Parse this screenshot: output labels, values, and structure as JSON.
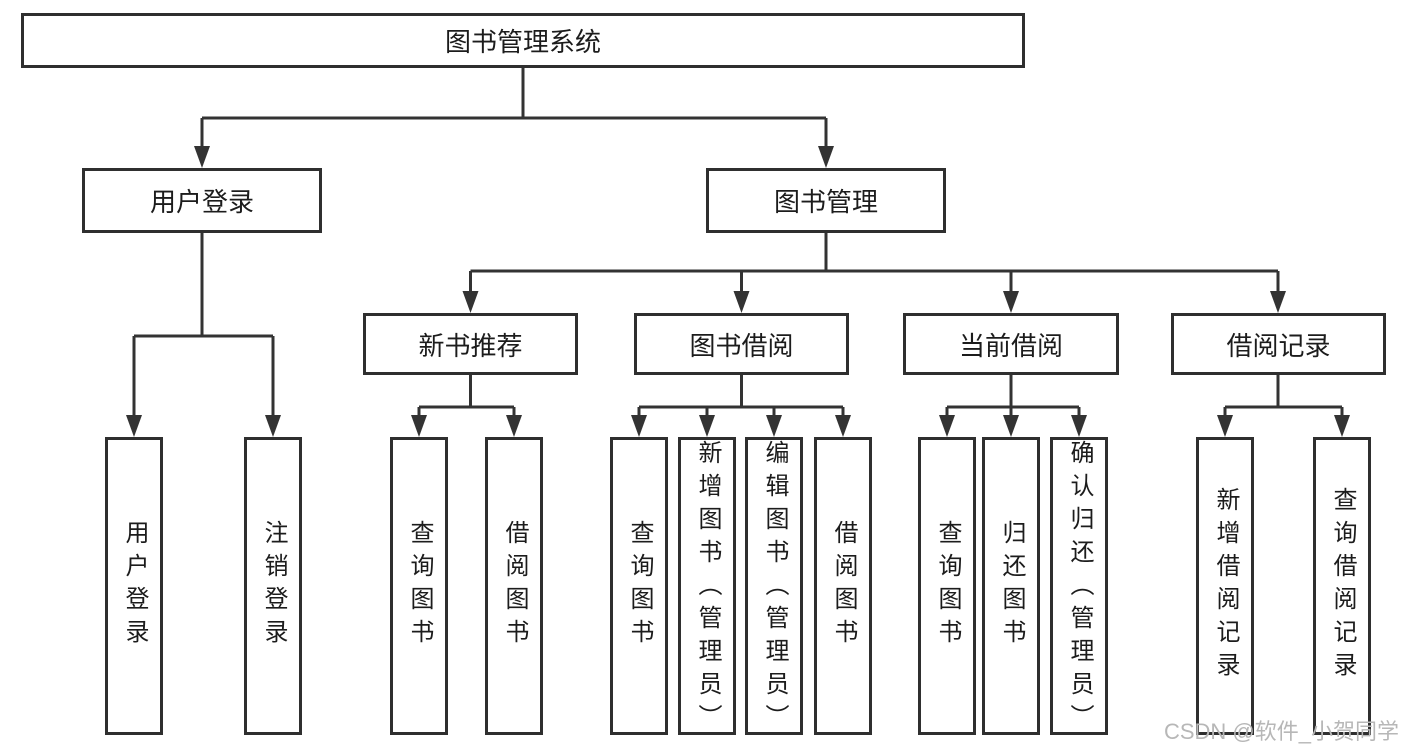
{
  "diagram": {
    "nodes": {
      "root": {
        "label": "图书管理系统"
      },
      "user_login": {
        "label": "用户登录"
      },
      "book_mgmt": {
        "label": "图书管理"
      },
      "new_books": {
        "label": "新书推荐"
      },
      "book_borrow": {
        "label": "图书借阅"
      },
      "current_borrow": {
        "label": "当前借阅"
      },
      "borrow_records": {
        "label": "借阅记录"
      },
      "leaf_user_login": {
        "label": "用户登录"
      },
      "leaf_logout": {
        "label": "注销登录"
      },
      "leaf_nb_query": {
        "label": "查询图书"
      },
      "leaf_nb_borrow": {
        "label": "借阅图书"
      },
      "leaf_bb_query": {
        "label": "查询图书"
      },
      "leaf_bb_add": {
        "label": "新增图书（管理员）"
      },
      "leaf_bb_edit": {
        "label": "编辑图书（管理员）"
      },
      "leaf_bb_borrow": {
        "label": "借阅图书"
      },
      "leaf_cb_query": {
        "label": "查询图书"
      },
      "leaf_cb_return": {
        "label": "归还图书"
      },
      "leaf_cb_confirm": {
        "label": "确认归还（管理员）"
      },
      "leaf_br_add": {
        "label": "新增借阅记录"
      },
      "leaf_br_query": {
        "label": "查询借阅记录"
      }
    }
  },
  "watermark": {
    "text": "CSDN @软件_小贺同学"
  },
  "colors": {
    "line": "#333333",
    "border": "#2f2f2f",
    "text": "#1c1c1c",
    "watermark": "#b7b7b7",
    "background": "#ffffff"
  }
}
